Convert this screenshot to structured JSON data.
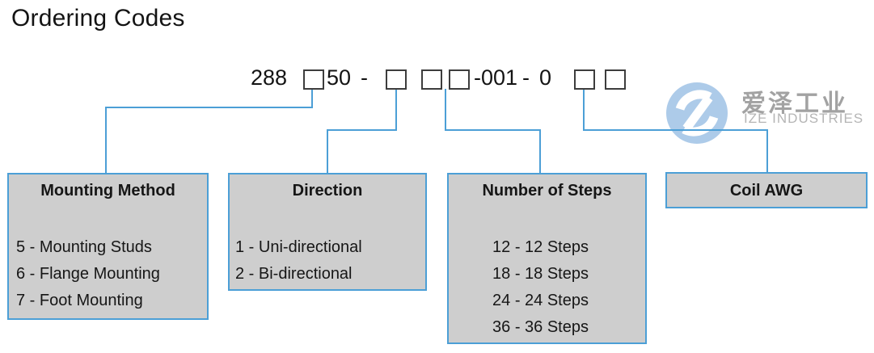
{
  "title": "Ordering Codes",
  "code": {
    "prefix": "288",
    "fixed_1": "50",
    "separator_1": "-",
    "fixed_2": "-001",
    "separator_2": "-",
    "fixed_3": "0"
  },
  "categories": [
    {
      "title": "Mounting Method",
      "items": [
        "5 - Mounting Studs",
        "6 - Flange Mounting",
        "7 - Foot Mounting"
      ]
    },
    {
      "title": "Direction",
      "items": [
        "1 - Uni-directional",
        "2 - Bi-directional"
      ]
    },
    {
      "title": "Number of Steps",
      "items": [
        "12 - 12 Steps",
        "18 - 18 Steps",
        "24 - 24 Steps",
        "36 - 36 Steps"
      ]
    },
    {
      "title": "Coil AWG",
      "items": []
    }
  ],
  "watermark": {
    "cn": "爱泽工业",
    "en": "IZE INDUSTRIES"
  },
  "colors": {
    "accent_blue": "#4c9fd6",
    "category_fill": "#cecece",
    "code_box_border": "#3d3d3d",
    "text": "#141414",
    "logo_circle": "#adcbe9",
    "watermark_cn": "#a2a2a2",
    "watermark_en": "#b5b5b5"
  }
}
